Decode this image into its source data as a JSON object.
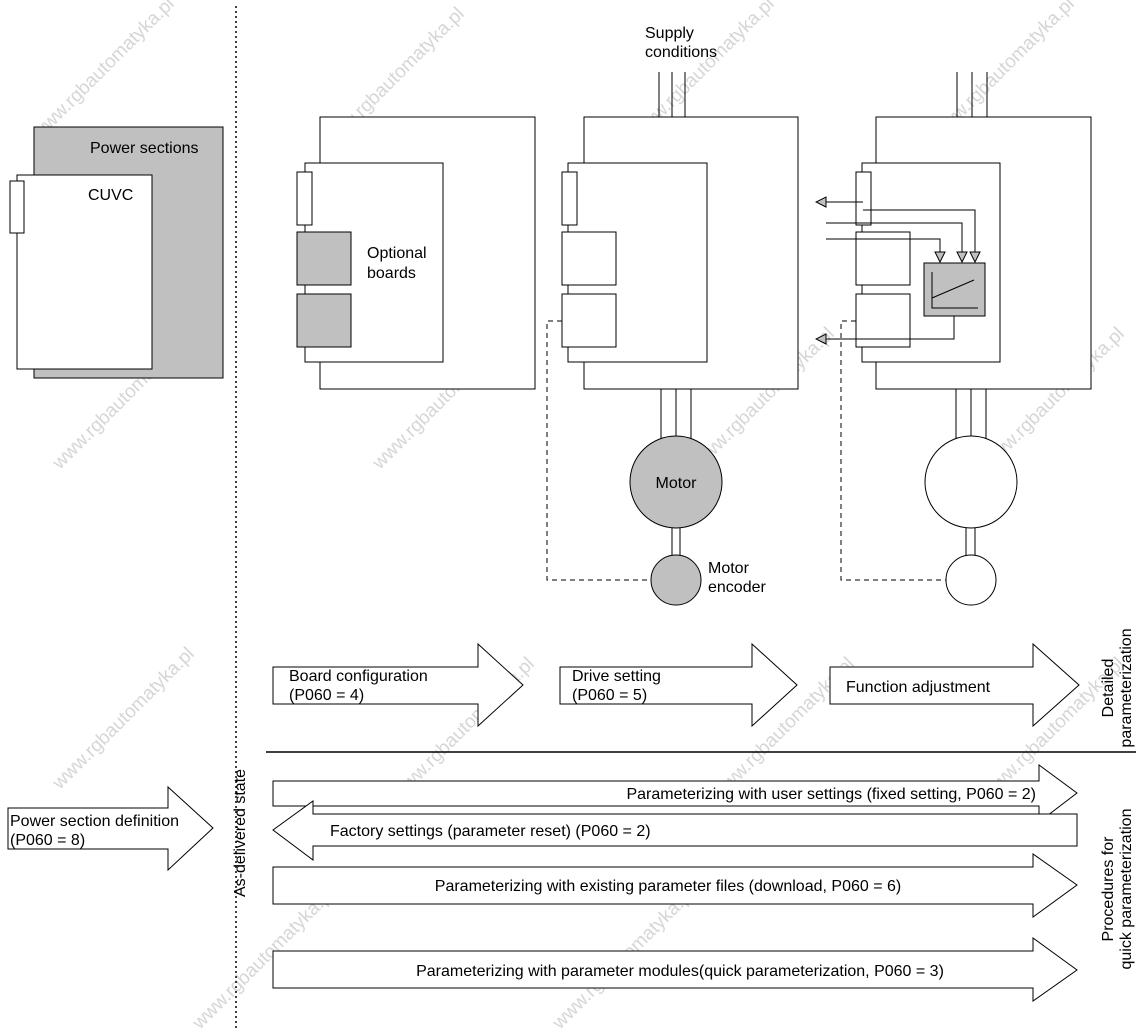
{
  "watermark": "www.rgbautomatyka.pl",
  "colors": {
    "gray_fill": "#c0c0c0",
    "line": "#000000",
    "background": "#ffffff"
  },
  "left_module": {
    "power_label": "Power sections",
    "cuvc_label": "CUVC"
  },
  "stage1": {
    "boards_label_1": "Optional",
    "boards_label_2": "boards"
  },
  "stage2": {
    "supply_line_1": "Supply",
    "supply_line_2": "conditions",
    "motor_label": "Motor",
    "encoder_line_1": "Motor",
    "encoder_line_2": "encoder"
  },
  "steps": {
    "board_config_line_1": "Board configuration",
    "board_config_line_2": "(P060 = 4)",
    "drive_setting_line_1": "Drive setting",
    "drive_setting_line_2": "(P060 = 5)",
    "function_adjustment": "Function adjustment"
  },
  "side_labels": {
    "detailed_line_1": "Detailed",
    "detailed_line_2": "parameterization",
    "procedures_line_1": "Procedures for",
    "procedures_line_2": "quick parameterization",
    "as_delivered": "As-delivered state"
  },
  "power_section_definition": {
    "line_1": "Power section definition",
    "line_2": "(P060 = 8)"
  },
  "procedures": {
    "user_settings": "Parameterizing with user settings (fixed setting, P060 = 2)",
    "factory_settings": "Factory settings (parameter reset) (P060 = 2)",
    "parameter_files": "Parameterizing with existing parameter files (download, P060 = 6)",
    "parameter_modules": "Parameterizing with parameter modules(quick parameterization, P060 = 3)"
  }
}
